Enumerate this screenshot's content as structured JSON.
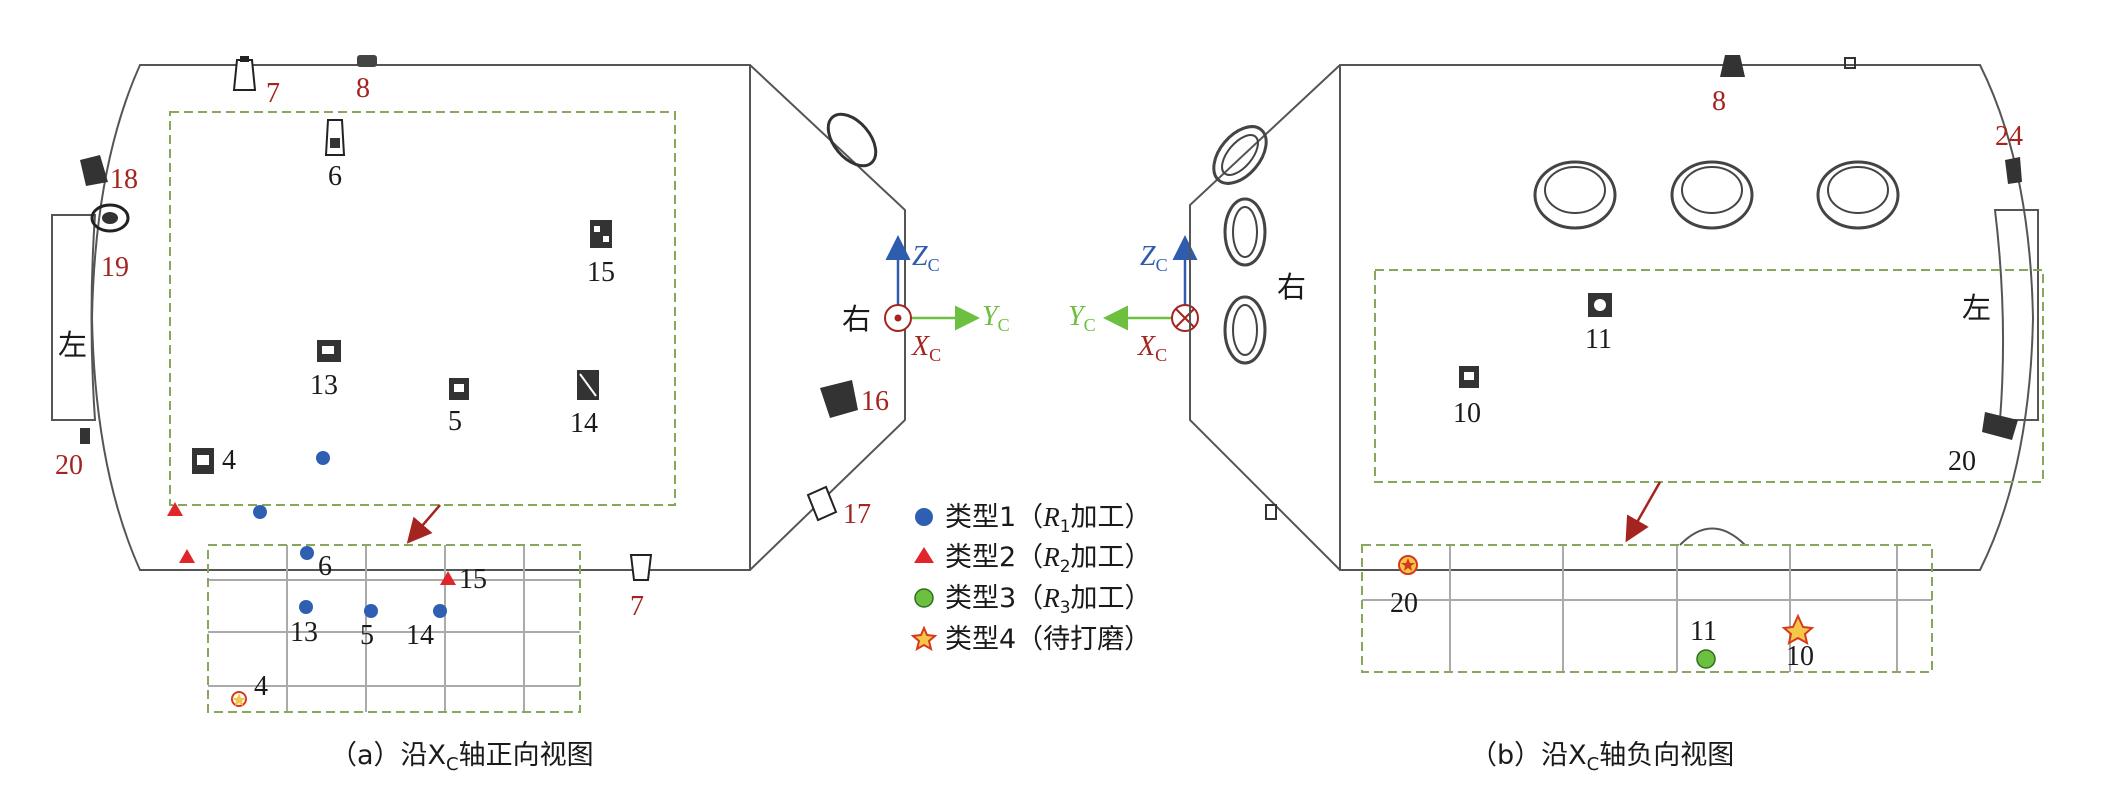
{
  "colors": {
    "outline": "#555555",
    "dashed_region": "#86a85a",
    "type1": "#2f5fb3",
    "type2": "#e0262a",
    "type3": "#6cbf3f",
    "type4_fill": "#f6c64a",
    "type4_stroke": "#d63a1c",
    "label_red": "#a4241f",
    "axis_blue": "#2e5db0",
    "axis_green": "#6cbf3f",
    "axis_red": "#a4241f"
  },
  "panel_a": {
    "caption": "（a）沿X",
    "caption_sub": "C",
    "caption_tail": "轴正向视图",
    "side_left": "左",
    "side_right": "右",
    "red_labels": [
      "7",
      "8",
      "18",
      "19",
      "20",
      "16",
      "17",
      "7"
    ],
    "black_labels": [
      "6",
      "15",
      "13",
      "5",
      "14",
      "4"
    ],
    "grid_labels": [
      "6",
      "15",
      "13",
      "5",
      "14",
      "4"
    ]
  },
  "panel_b": {
    "caption": "（b）沿X",
    "caption_sub": "C",
    "caption_tail": "轴负向视图",
    "side_left": "左",
    "side_right": "右",
    "red_labels": [
      "8",
      "24"
    ],
    "black_labels": [
      "11",
      "10",
      "20"
    ],
    "grid_labels": [
      "20",
      "11",
      "10"
    ]
  },
  "axes_a": {
    "z": "Z",
    "z_sub": "C",
    "y": "Y",
    "y_sub": "C",
    "x": "X",
    "x_sub": "C"
  },
  "axes_b": {
    "z": "Z",
    "z_sub": "C",
    "y": "Y",
    "y_sub": "C",
    "x": "X",
    "x_sub": "C"
  },
  "legend": [
    {
      "marker": "circle-blue",
      "text_pre": "类型1（",
      "var": "R",
      "sub": "1",
      "text_post": "加工）"
    },
    {
      "marker": "triangle-red",
      "text_pre": "类型2（",
      "var": "R",
      "sub": "2",
      "text_post": "加工）"
    },
    {
      "marker": "circle-green",
      "text_pre": "类型3（",
      "var": "R",
      "sub": "3",
      "text_post": "加工）"
    },
    {
      "marker": "star-yellow",
      "text_pre": "类型4（待打磨）",
      "var": "",
      "sub": "",
      "text_post": ""
    }
  ]
}
